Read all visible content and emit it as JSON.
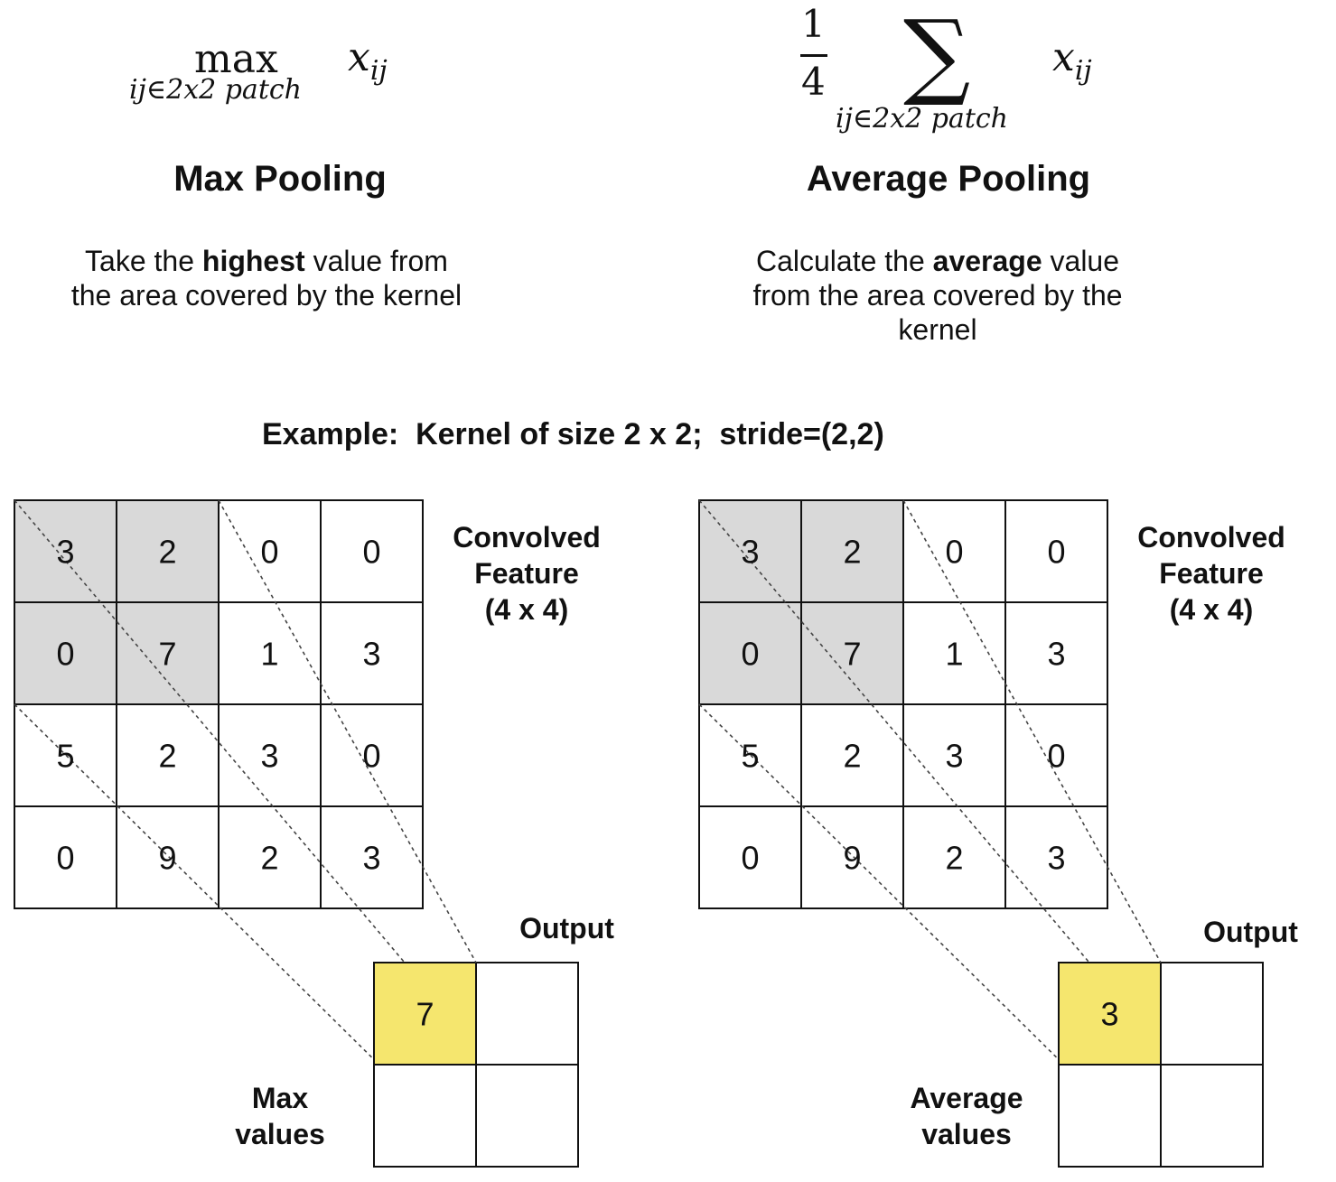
{
  "max_pooling": {
    "formula": {
      "operator": "max",
      "subscript": "ij∈2x2 patch",
      "variable": "x",
      "variable_subscript": "ij"
    },
    "title": "Max Pooling",
    "description": {
      "before": "Take the ",
      "bold": "highest",
      "after": " value from the area covered by the kernel"
    },
    "feature_grid": [
      [
        3,
        2,
        0,
        0
      ],
      [
        0,
        7,
        1,
        3
      ],
      [
        5,
        2,
        3,
        0
      ],
      [
        0,
        9,
        2,
        3
      ]
    ],
    "feature_label": [
      "Convolved",
      "Feature",
      "(4 x 4)"
    ],
    "output_label": "Output",
    "output_grid": [
      [
        "7",
        ""
      ],
      [
        "",
        ""
      ]
    ],
    "values_label": [
      "Max",
      "values"
    ]
  },
  "average_pooling": {
    "formula": {
      "fraction_numerator": "1",
      "fraction_denominator": "4",
      "operator": "∑",
      "subscript": "ij∈2x2 patch",
      "variable": "x",
      "variable_subscript": "ij"
    },
    "title": "Average Pooling",
    "description": {
      "before": "Calculate the ",
      "bold": "average",
      "after": " value from the area covered by the kernel"
    },
    "feature_grid": [
      [
        3,
        2,
        0,
        0
      ],
      [
        0,
        7,
        1,
        3
      ],
      [
        5,
        2,
        3,
        0
      ],
      [
        0,
        9,
        2,
        3
      ]
    ],
    "feature_label": [
      "Convolved",
      "Feature",
      "(4 x 4)"
    ],
    "output_label": "Output",
    "output_grid": [
      [
        "3",
        ""
      ],
      [
        "",
        ""
      ]
    ],
    "values_label": [
      "Average",
      "values"
    ]
  },
  "example": "Example:  Kernel of size 2 x 2;  stride=(2,2)",
  "colors": {
    "kernel_highlight": "#d9d9d9",
    "output_highlight": "#f5e66e",
    "grid_line": "#111111"
  }
}
